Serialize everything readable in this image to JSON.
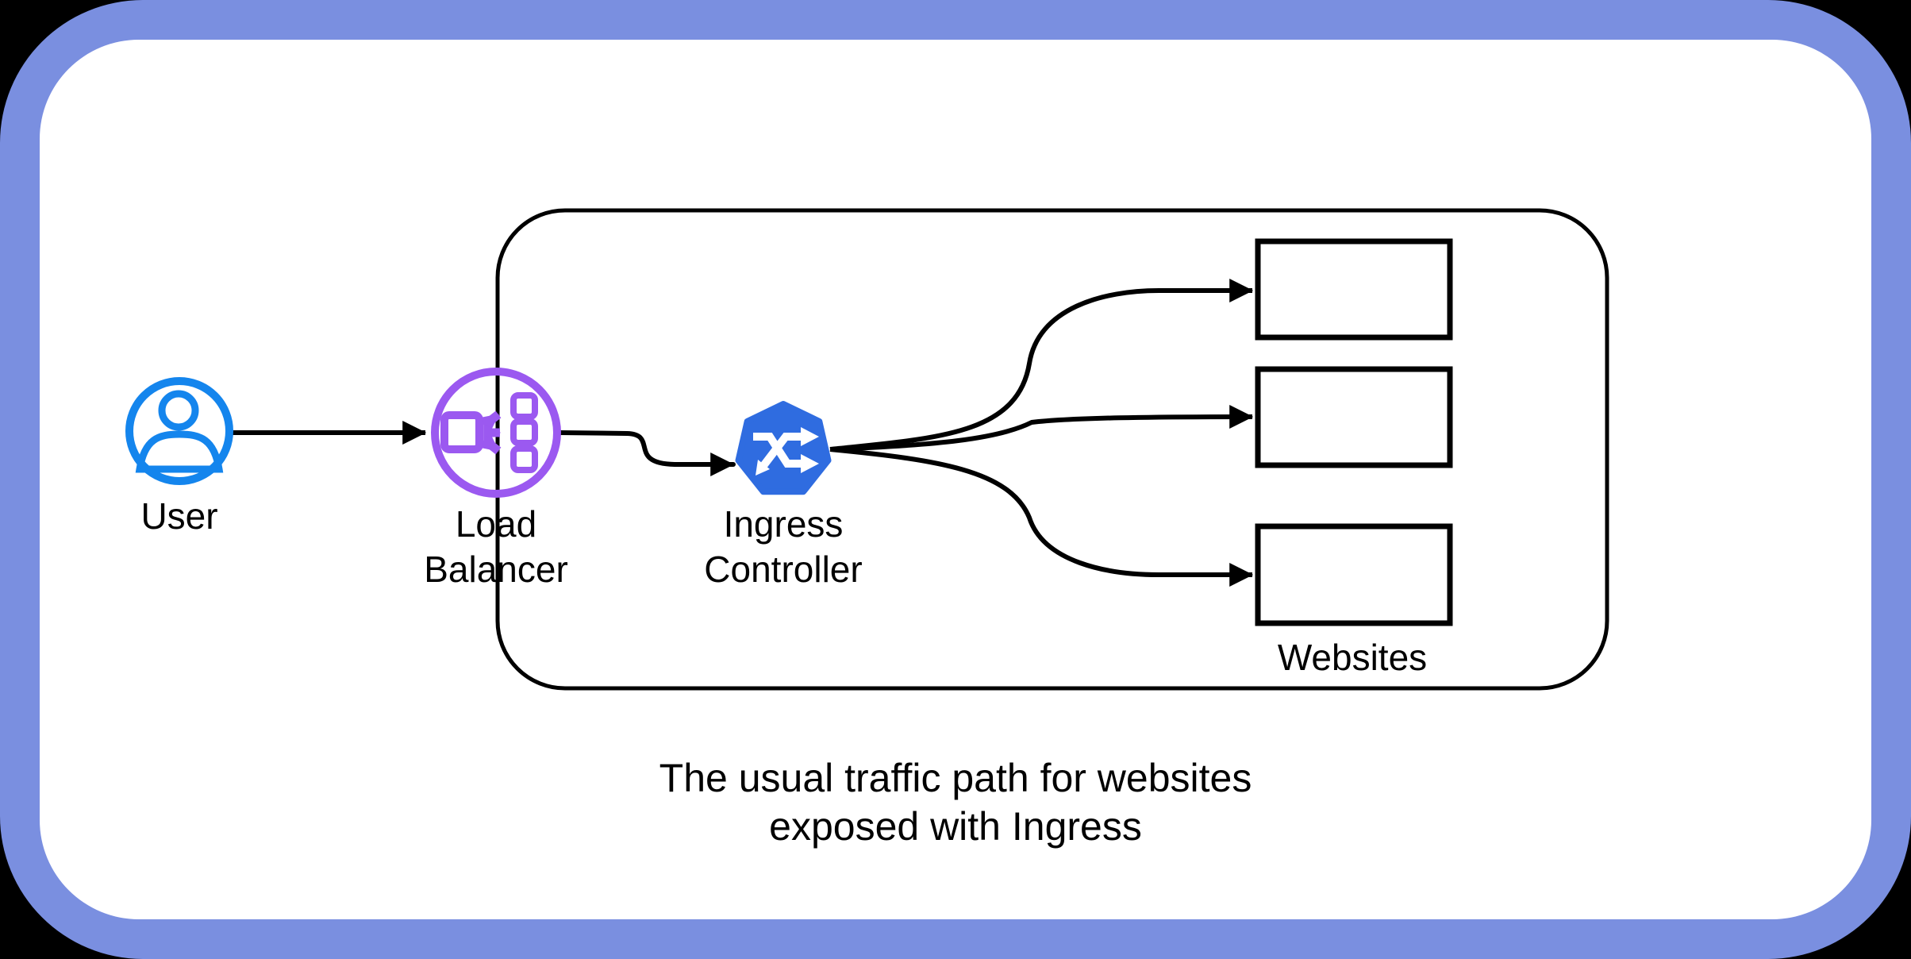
{
  "colors": {
    "frame_outer_bg": "#000000",
    "frame_border": "#7A8FE0",
    "canvas_bg": "#FFFFFF",
    "user_blue": "#1485ED",
    "load_balancer_purple": "#9B59F0",
    "ingress_blue": "#2F6CE0",
    "line_black": "#000000"
  },
  "diagram": {
    "nodes": {
      "user": {
        "label": "User",
        "icon": "user-icon"
      },
      "load_balancer": {
        "label_line1": "Load",
        "label_line2": "Balancer",
        "icon": "load-balancer-icon"
      },
      "ingress_controller": {
        "label_line1": "Ingress",
        "label_line2": "Controller",
        "icon": "ingress-controller-icon"
      },
      "websites": {
        "label": "Websites",
        "box_count": 3
      }
    },
    "edges": [
      "user -> load_balancer",
      "load_balancer -> ingress_controller",
      "ingress_controller -> website_box_1",
      "ingress_controller -> website_box_2",
      "ingress_controller -> website_box_3"
    ]
  },
  "caption": {
    "line1": "The usual traffic path for websites",
    "line2": "exposed with Ingress"
  }
}
